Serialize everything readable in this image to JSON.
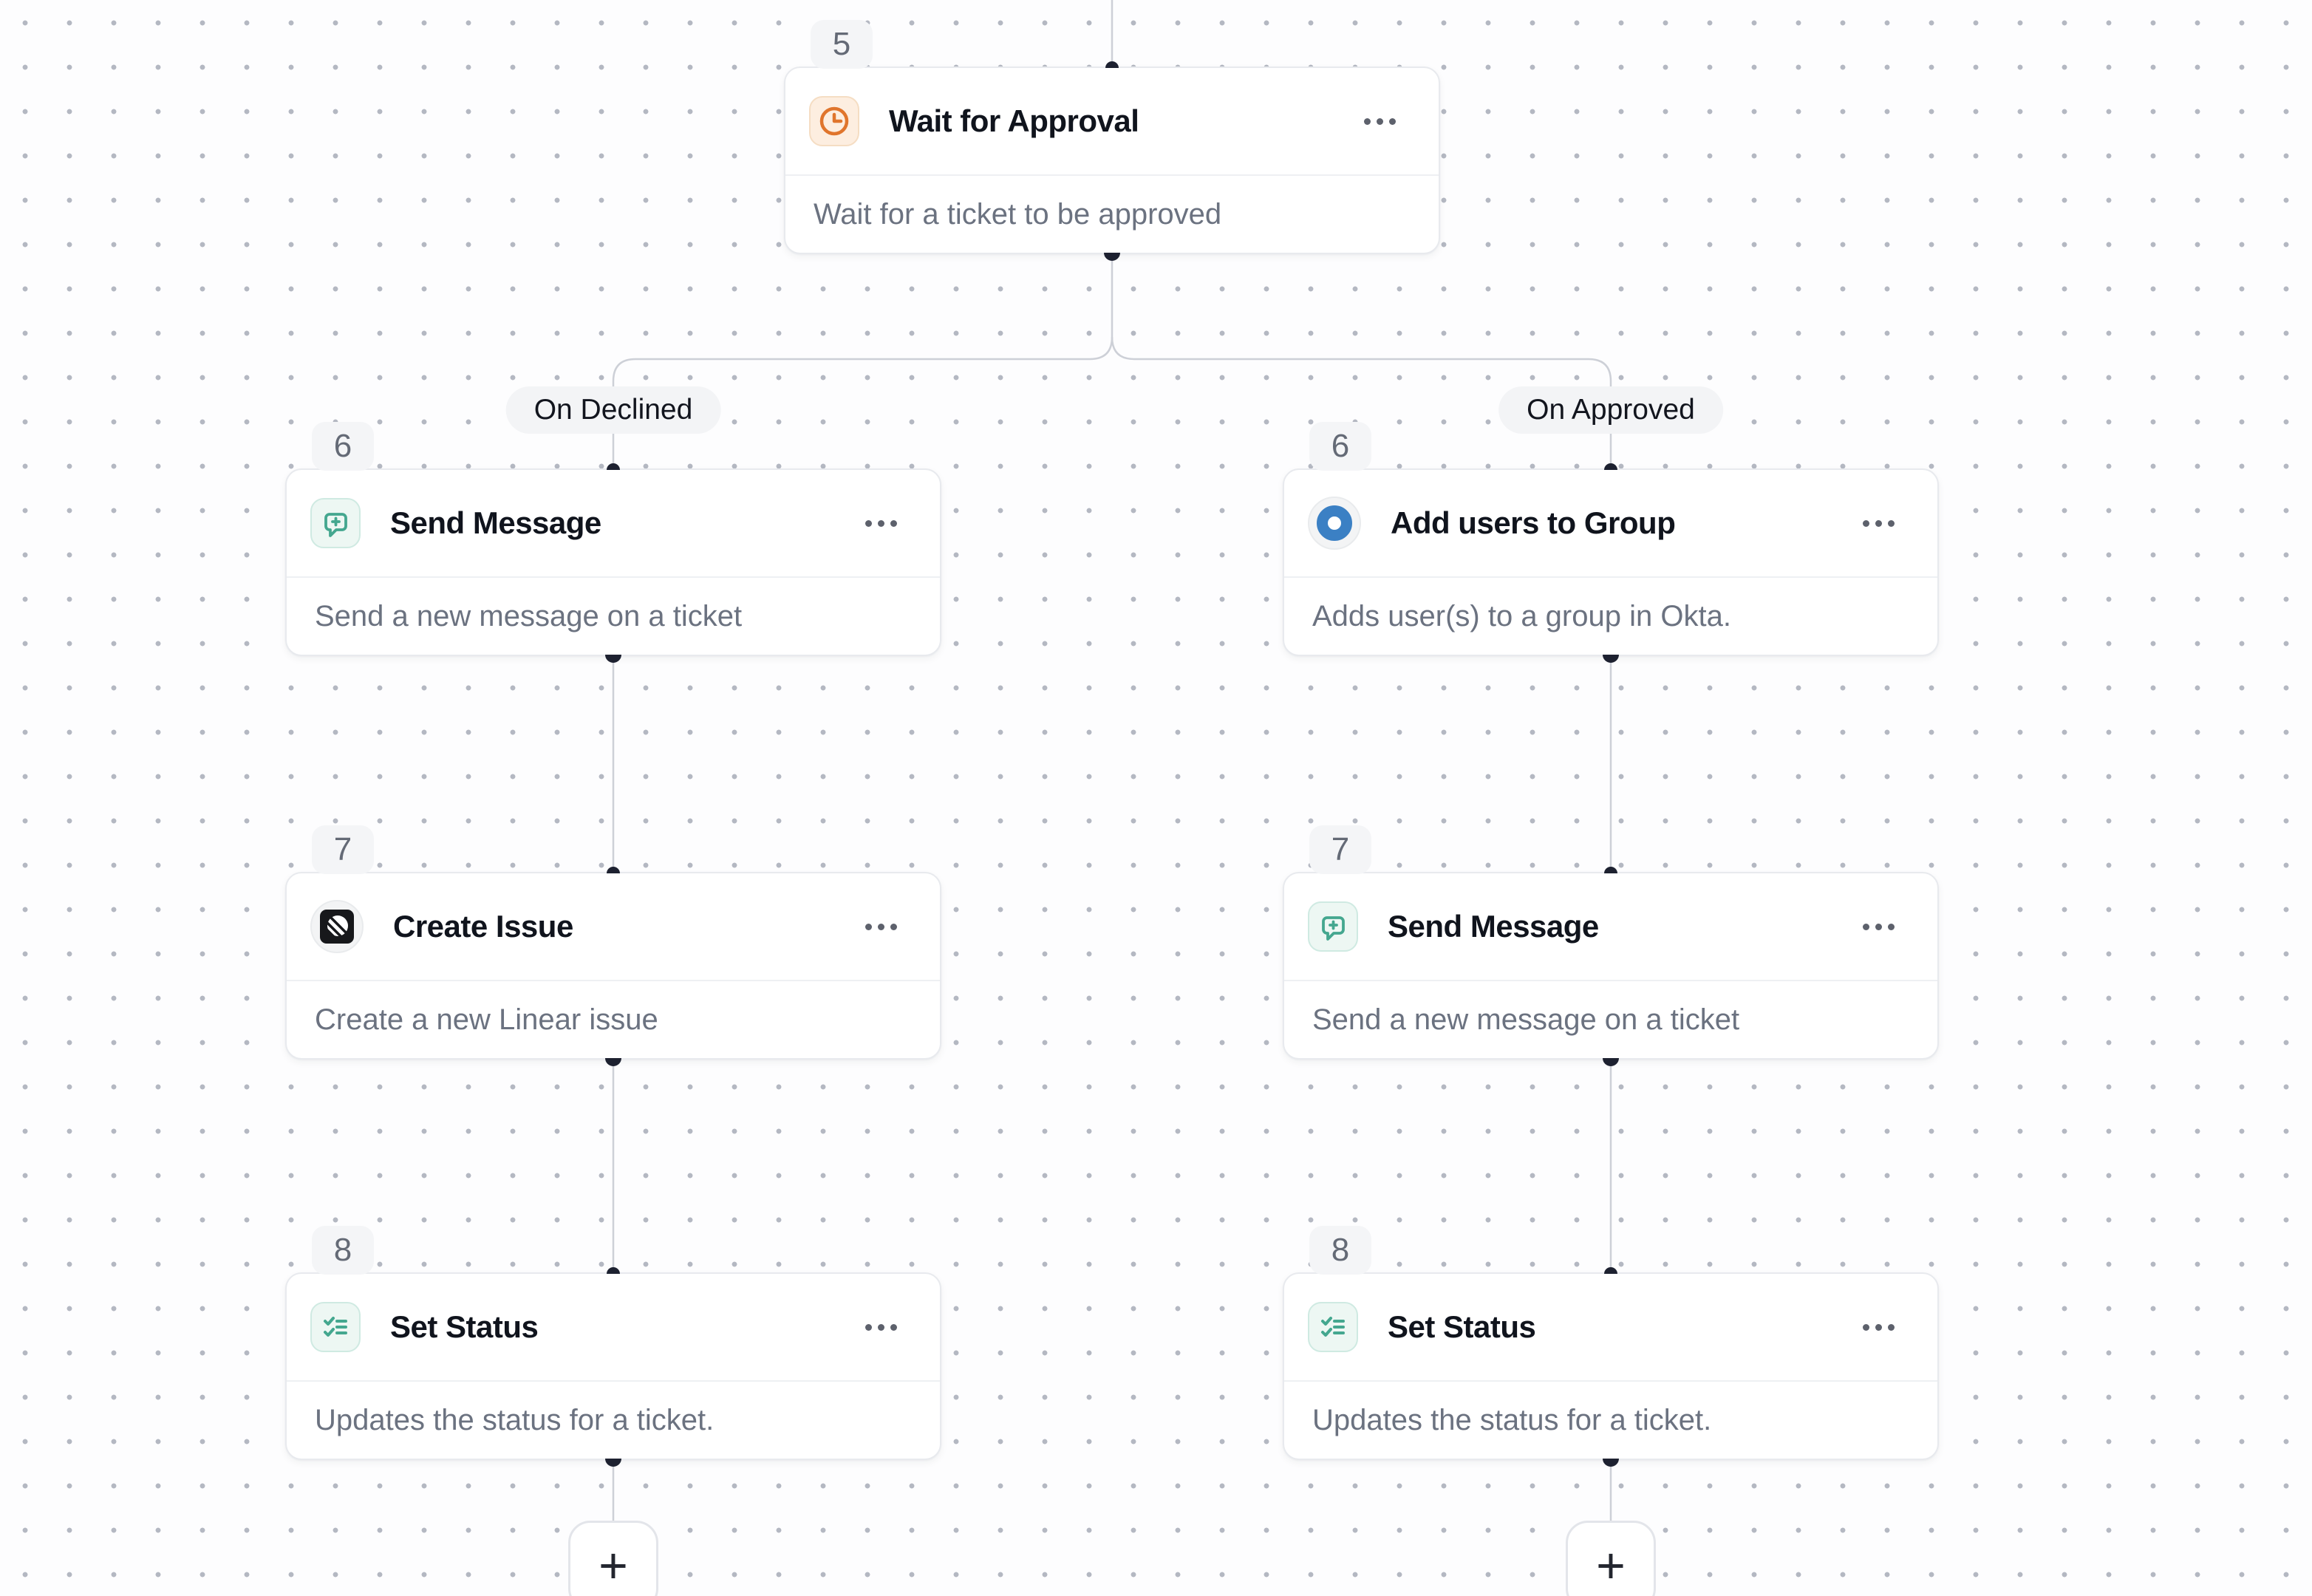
{
  "canvas": {
    "background_color": "#fdfdfe",
    "dot_color": "#b4b8c2",
    "connector_line_color": "#cdd0d7",
    "connector_handle_color": "#1d2130"
  },
  "branches": {
    "declined_label": "On Declined",
    "approved_label": "On Approved"
  },
  "nodes": [
    {
      "step": "5",
      "title": "Wait for Approval",
      "description": "Wait for a ticket to be approved",
      "icon": "clock-icon",
      "icon_color": "#e0752c"
    },
    {
      "step": "6",
      "title": "Send Message",
      "description": "Send a new message on a ticket",
      "icon": "message-plus-icon",
      "icon_color": "#44a78f"
    },
    {
      "step": "6",
      "title": "Add users to Group",
      "description": "Adds user(s) to a group in Okta.",
      "icon": "okta-icon",
      "icon_color": "#3b80c4"
    },
    {
      "step": "7",
      "title": "Create Issue",
      "description": "Create a new Linear issue",
      "icon": "linear-icon",
      "icon_color": "#17181b"
    },
    {
      "step": "7",
      "title": "Send Message",
      "description": "Send a new message on a ticket",
      "icon": "message-plus-icon",
      "icon_color": "#44a78f"
    },
    {
      "step": "8",
      "title": "Set Status",
      "description": "Updates the status for a ticket.",
      "icon": "list-checks-icon",
      "icon_color": "#44a78f"
    },
    {
      "step": "8",
      "title": "Set Status",
      "description": "Updates the status for a ticket.",
      "icon": "list-checks-icon",
      "icon_color": "#44a78f"
    }
  ],
  "card_menu": {
    "icon": "ellipsis-icon"
  },
  "add_step_button": {
    "label": "+",
    "icon": "plus-icon"
  }
}
